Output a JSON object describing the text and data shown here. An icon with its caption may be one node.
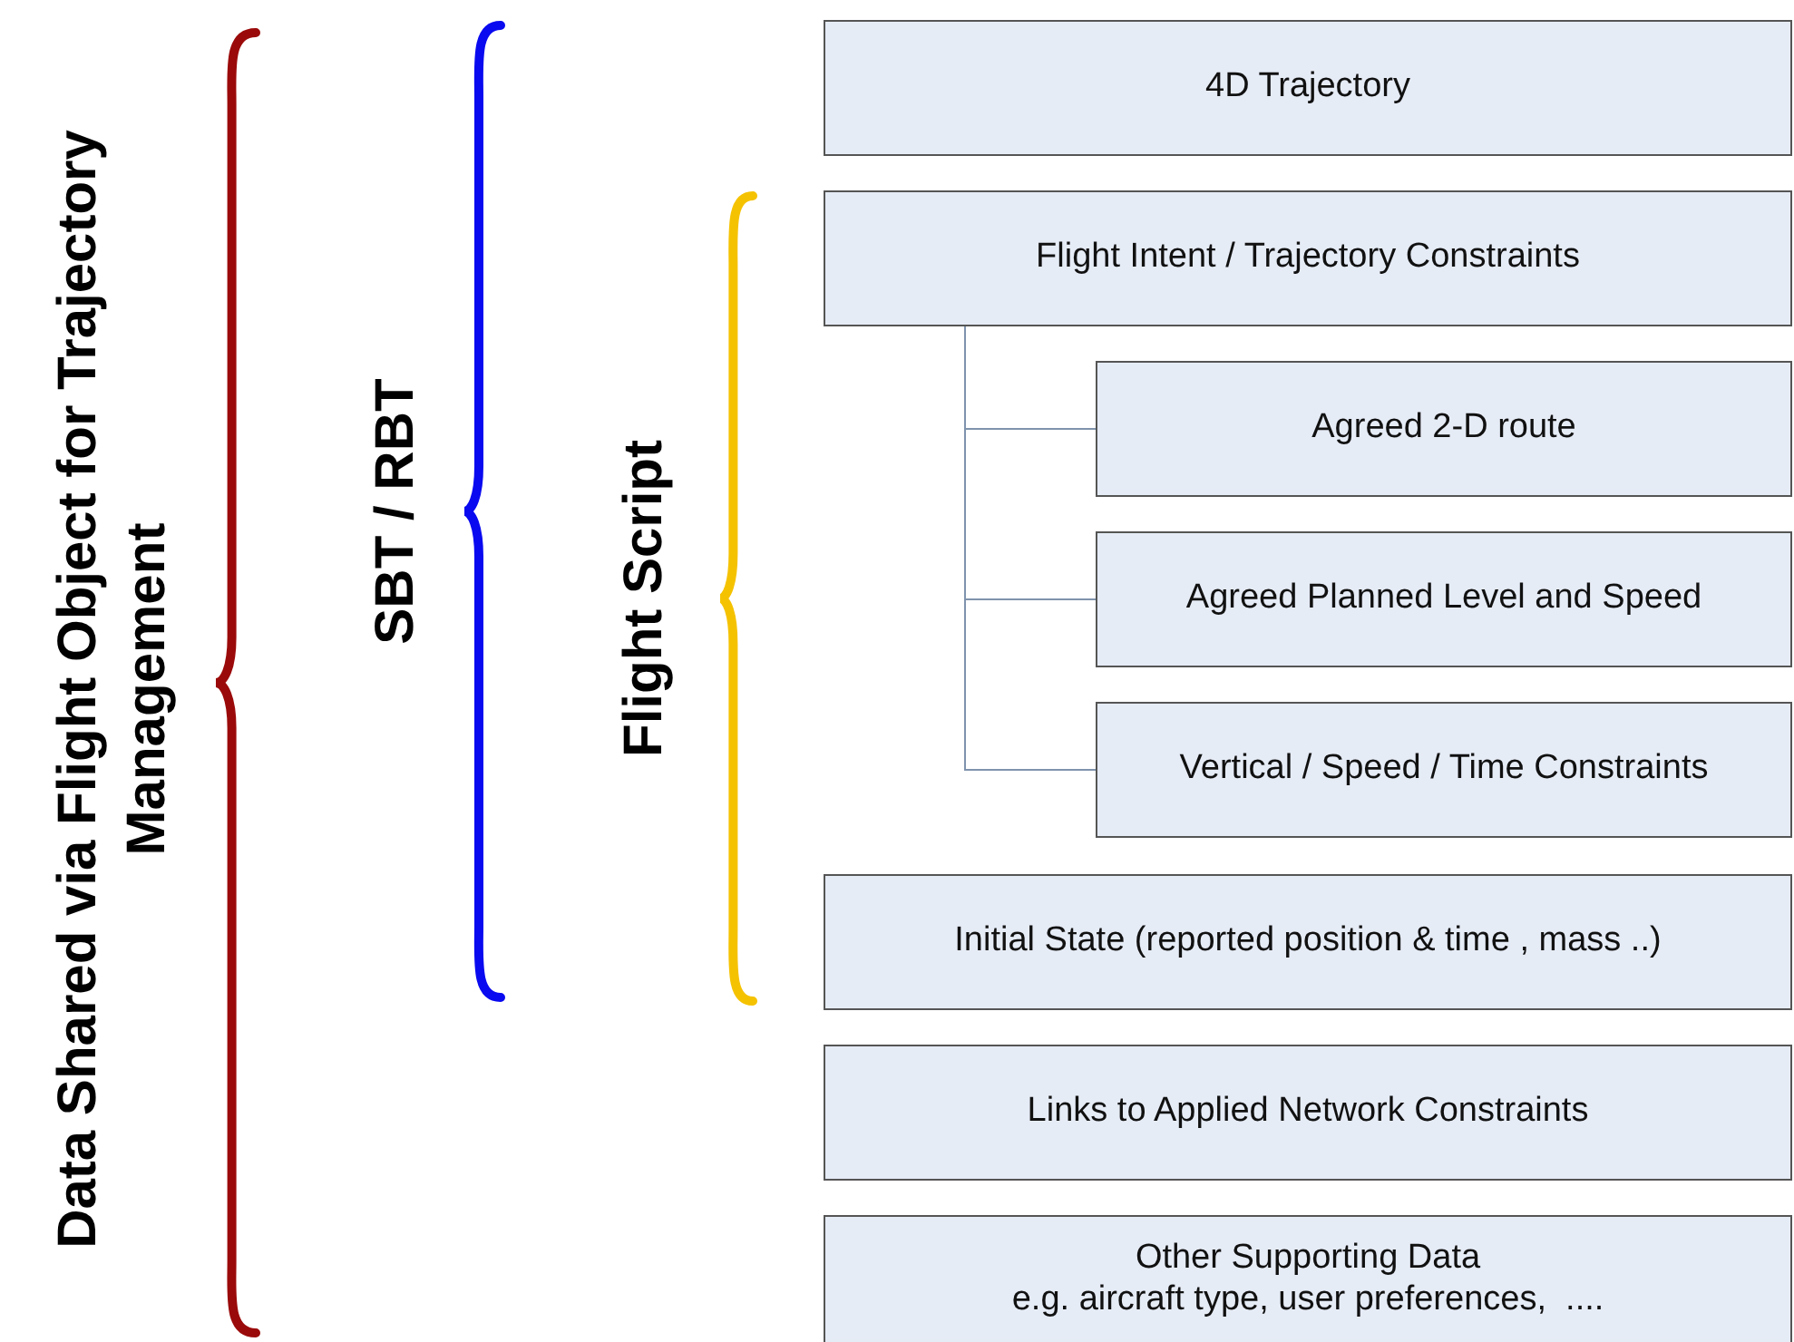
{
  "diagram": {
    "nodes": [
      {
        "text": [
          "4D Trajectory"
        ]
      },
      {
        "text": [
          "Flight Intent / Trajectory Constraints"
        ]
      },
      {
        "text": [
          "Agreed 2-D route"
        ]
      },
      {
        "text": [
          "Agreed Planned Level and Speed"
        ]
      },
      {
        "text": [
          "Vertical / Speed / Time Constraints"
        ]
      },
      {
        "text": [
          "Initial State (reported position & time , mass ..)"
        ]
      },
      {
        "text": [
          "Links to Applied Network Constraints"
        ]
      },
      {
        "text": [
          "Other Supporting Data",
          "e.g. aircraft type, user preferences,  ...."
        ]
      }
    ],
    "edges": [
      {
        "from": 1,
        "to": 2,
        "arrow": "none"
      },
      {
        "from": 1,
        "to": 3,
        "arrow": "none"
      },
      {
        "from": 1,
        "to": 4,
        "arrow": "none"
      }
    ],
    "labels": [
      "Data Shared via Flight Object for Trajectory Management",
      "SBT / RBT",
      "Flight Script"
    ]
  }
}
